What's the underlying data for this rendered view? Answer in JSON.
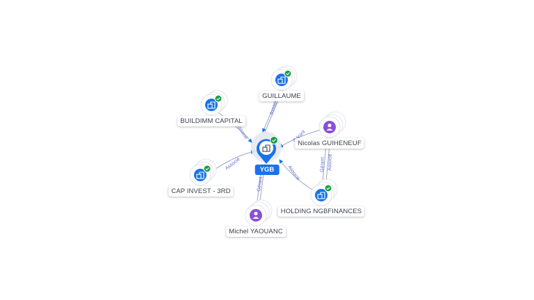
{
  "center": {
    "label": "YGB",
    "icon": "building-pin-icon",
    "verified": true
  },
  "nodes": {
    "guillaume": {
      "label": "GUILLAUME",
      "type": "company",
      "icon": "building-icon",
      "verified": true
    },
    "buildimm": {
      "label": "BUILDIMM CAPITAL",
      "type": "company",
      "icon": "building-icon",
      "verified": true
    },
    "capinvest": {
      "label": "CAP INVEST - 3RD",
      "type": "company",
      "icon": "building-icon",
      "verified": true
    },
    "nicolas": {
      "label": "Nicolas GUIHENEUF",
      "type": "person",
      "icon": "person-icon"
    },
    "michel": {
      "label": "Michel YAOUANC",
      "type": "person",
      "icon": "person-icon"
    },
    "holding": {
      "label": "HOLDING NGBFINANCES",
      "type": "company",
      "icon": "building-icon",
      "verified": true
    }
  },
  "edges": {
    "guillaume_ygb": "Associé",
    "buildimm_ygb": "Associé",
    "capinvest_ygb": "Associé",
    "nicolas_ygb": "Gérant",
    "michel_ygb": "Gérant",
    "holding_ygb": "Associé",
    "nicolas_holding_1": "Gérant",
    "nicolas_holding_2": "Associé"
  },
  "colors": {
    "company": "#1a73e8",
    "person": "#8a4fd6",
    "verified": "#1e9e4a",
    "edge": "#9aa5c0",
    "edge_text": "#5b6fd6"
  }
}
